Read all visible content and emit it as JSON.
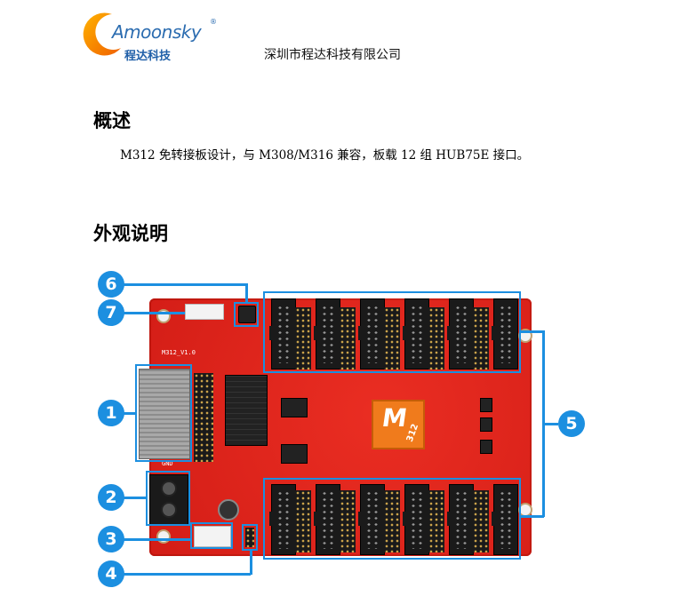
{
  "header": {
    "logo_text": "Amoonsky",
    "logo_registered": "®",
    "logo_cn": "程达科技",
    "company": "深圳市程达科技有限公司"
  },
  "overview": {
    "title": "概述",
    "text": "M312 免转接板设计，与 M308/M316 兼容，板载 12 组 HUB75E 接口。"
  },
  "appearance": {
    "title": "外观说明"
  },
  "figure": {
    "callouts": [
      "1",
      "2",
      "3",
      "4",
      "5",
      "6",
      "7"
    ],
    "chip_label": "M",
    "chip_model": "312",
    "board_silk": "M312_V1.0",
    "gnd_label": "GND",
    "colors": {
      "callout": "#1c8fe0",
      "board": "#e3221a",
      "chip": "#f07b1c"
    }
  }
}
